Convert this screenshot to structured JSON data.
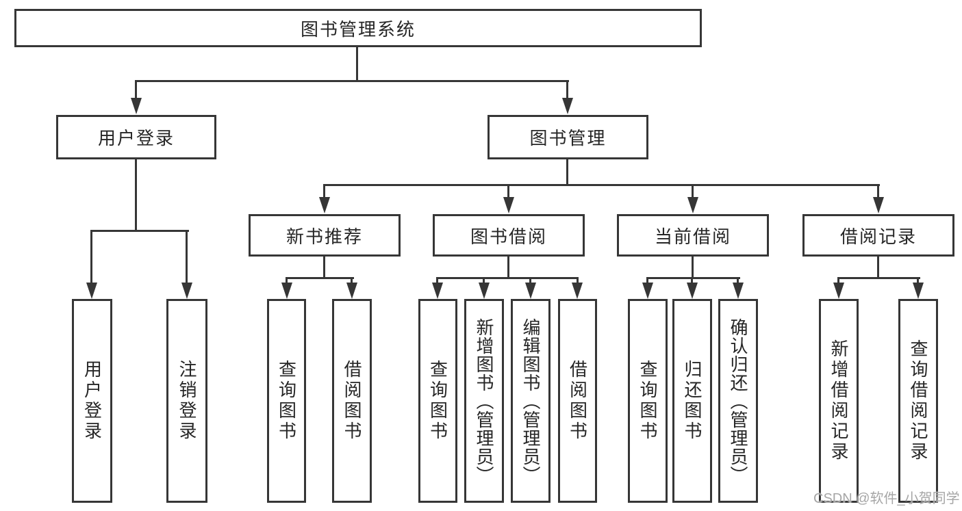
{
  "nodes": {
    "root": "图书管理系统",
    "user_login": "用户登录",
    "book_mgmt": "图书管理",
    "new_book_rec": "新书推荐",
    "book_borrow": "图书借阅",
    "current_borrow": "当前借阅",
    "borrow_records": "借阅记录",
    "ul_user_login": "用户登录",
    "ul_logout": "注销登录",
    "nb_query": "查询图书",
    "nb_borrow": "借阅图书",
    "bb_query": "查询图书",
    "bb_add": "新增图书（管理员）",
    "bb_edit": "编辑图书（管理员）",
    "bb_borrow": "借阅图书",
    "cb_query": "查询图书",
    "cb_return": "归还图书",
    "cb_confirm": "确认归还（管理员）",
    "br_add": "新增借阅记录",
    "br_query": "查询借阅记录"
  },
  "watermark": "CSDN @软件_小贺同学",
  "colors": {
    "line": "#363636",
    "text": "#262626",
    "box_fill": "#ffffff",
    "watermark": "#a6a6a6"
  }
}
